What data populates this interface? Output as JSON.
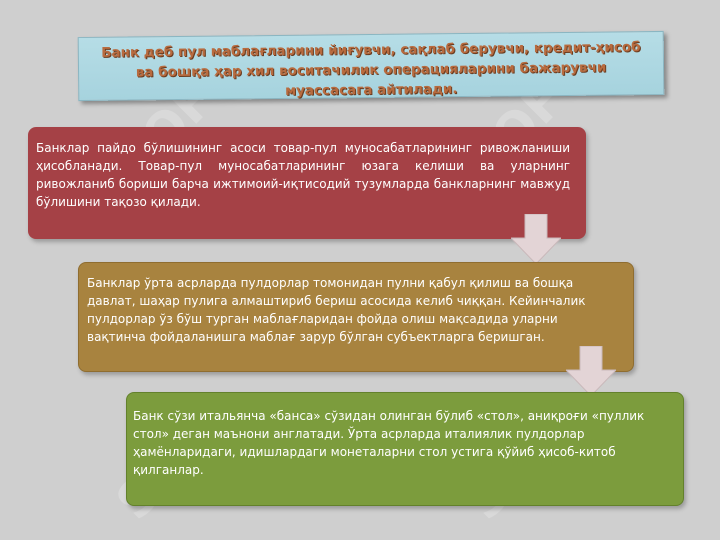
{
  "title": {
    "text": "Банк деб пул маблағларини йиғувчи, сақлаб берувчи, кредит-ҳисоб ва бошқа ҳар хил воситачилик операцияларини бажарувчи муассасага айтилади."
  },
  "boxes": [
    {
      "text": "Банклар пайдо бўлишининг асоси товар-пул муносабатларининг ривожланиши ҳисобланади. Товар-пул муносабатларининг юзага келиши ва уларнинг ривожланиб бориши барча ижтимоий-иқтисодий тузумларда банкларнинг мавжуд бўлишини тақозо қилади.",
      "color": "#a54146"
    },
    {
      "text": "Банклар ўрта асрларда пулдорлар томонидан пулни қабул қилиш ва бошқа давлат, шаҳар пулига алмаштириб бериш асосида келиб чиққан. Кейинчалик пулдорлар ўз бўш турган маблағларидан фойда олиш мақсадида уларни вақтинча фойдаланишга маблағ зарур бўлган субъектларга беришган.",
      "color": "#a8833f"
    },
    {
      "text": "Банк сўзи итальянча «банса» сўзидан олинган бўлиб «стол», аниқроғи «пуллик стол» деган маънони англатади. Ўрта асрларда италиялик пулдорлар ҳамёнларидаги, идишлардаги монеталарни стол устига қўйиб ҳисоб-китоб қилганлар.",
      "color": "#7c9c3d"
    }
  ],
  "arrows": [
    {
      "icon": "down-arrow-icon",
      "color": "#e3d4d6"
    },
    {
      "icon": "down-arrow-icon",
      "color": "#e3d4d6"
    }
  ],
  "watermark": {
    "text": "SOFT"
  }
}
